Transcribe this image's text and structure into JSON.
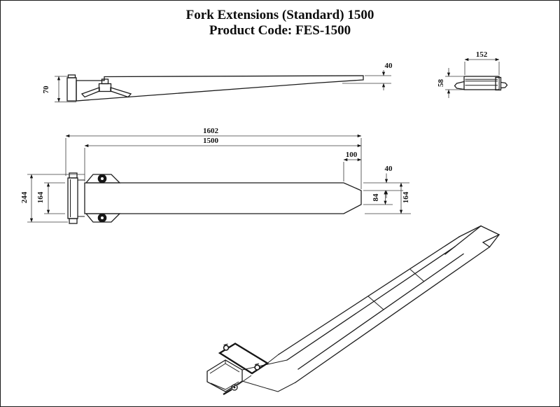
{
  "title": {
    "line1": "Fork Extensions (Standard) 1500",
    "line2": "Product Code: FES-1500"
  },
  "side_view": {
    "dims": {
      "heel_height": "70",
      "tip_height": "40"
    }
  },
  "end_view": {
    "dims": {
      "width": "152",
      "height": "58"
    }
  },
  "plan_view": {
    "dims": {
      "overall_length": "1602",
      "extension_length": "1500",
      "taper_length": "100",
      "tip_inset": "40",
      "tip_width": "84",
      "blade_width": "164",
      "overall_width": "244"
    }
  },
  "colors": {
    "line": "#1c1c1c",
    "background": "#ffffff"
  }
}
